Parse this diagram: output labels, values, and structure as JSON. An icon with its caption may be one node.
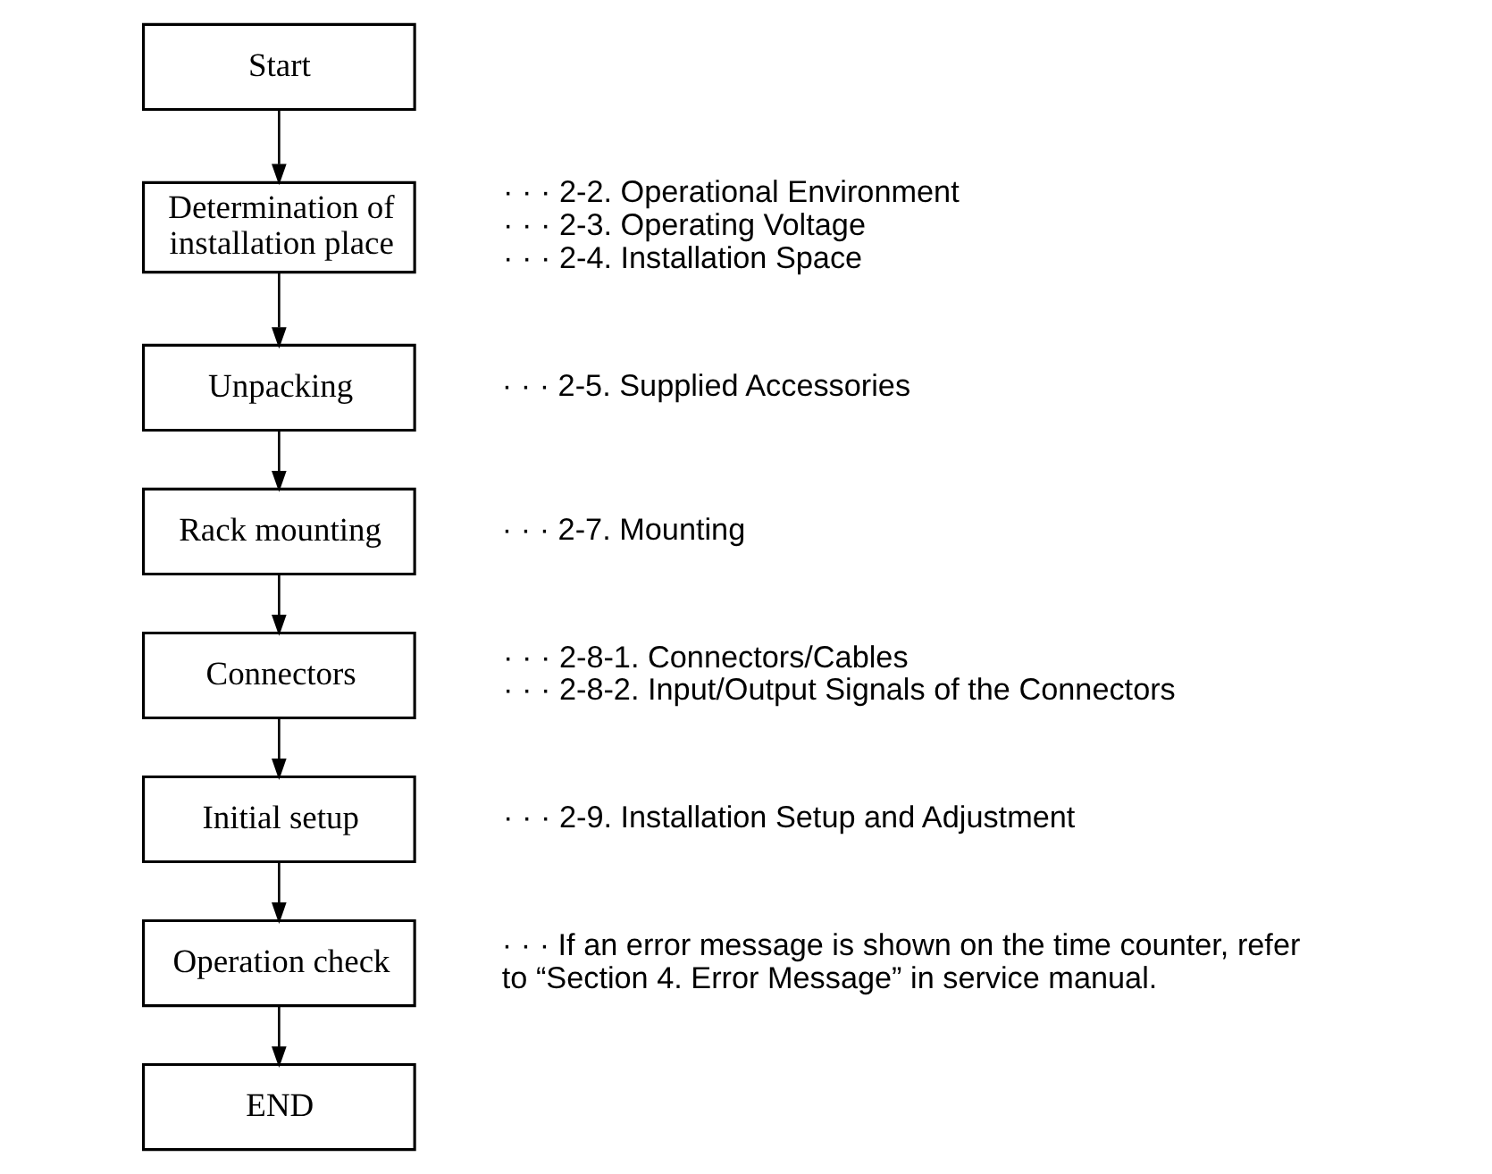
{
  "diagram": {
    "nodes": [
      {
        "text": [
          "Start"
        ]
      },
      {
        "text": [
          "Determination of installation place"
        ],
        "beside": [
          "· · · 2-2. Operational Environment",
          "· · · 2-3. Operating Voltage",
          "· · · 2-4. Installation Space"
        ]
      },
      {
        "text": [
          "Unpacking"
        ],
        "beside": [
          "· · · 2-5. Supplied Accessories"
        ]
      },
      {
        "text": [
          "Rack mounting"
        ],
        "beside": [
          "· · · 2-7. Mounting"
        ]
      },
      {
        "text": [
          "Connectors"
        ],
        "beside": [
          "· · · 2-8-1. Connectors/Cables",
          "· · · 2-8-2. Input/Output Signals of the Connectors"
        ]
      },
      {
        "text": [
          "Initial setup"
        ],
        "beside": [
          "· · · 2-9. Installation Setup and Adjustment"
        ]
      },
      {
        "text": [
          "Operation check"
        ],
        "beside": [
          "· · · If an error message is shown on the time counter, refer to “Section 4. Error Message” in service manual."
        ]
      },
      {
        "text": [
          "END"
        ]
      }
    ],
    "edges": [
      {
        "from": 0,
        "to": 1,
        "arrow": "to"
      },
      {
        "from": 1,
        "to": 2,
        "arrow": "to"
      },
      {
        "from": 2,
        "to": 3,
        "arrow": "to"
      },
      {
        "from": 3,
        "to": 4,
        "arrow": "to"
      },
      {
        "from": 4,
        "to": 5,
        "arrow": "to"
      },
      {
        "from": 5,
        "to": 6,
        "arrow": "to"
      },
      {
        "from": 6,
        "to": 7,
        "arrow": "to"
      }
    ]
  }
}
